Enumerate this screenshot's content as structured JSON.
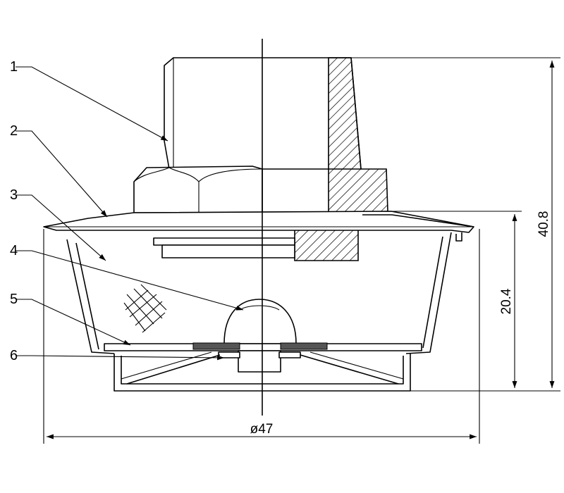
{
  "part_labels": [
    "1",
    "2",
    "3",
    "4",
    "5",
    "6"
  ],
  "dimensions": {
    "diameter": "ø47",
    "total_height": "40.8",
    "body_height": "20.4"
  }
}
